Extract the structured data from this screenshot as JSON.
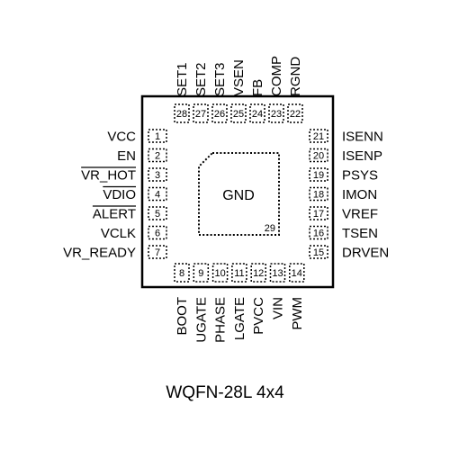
{
  "package_label": "WQFN-28L 4x4",
  "center_pad": {
    "label": "GND",
    "pin": "29"
  },
  "pins_left": [
    {
      "num": "1",
      "name": "VCC",
      "bar": false
    },
    {
      "num": "2",
      "name": "EN",
      "bar": false
    },
    {
      "num": "3",
      "name": "VR_HOT",
      "bar": true
    },
    {
      "num": "4",
      "name": "VDIO",
      "bar": true
    },
    {
      "num": "5",
      "name": "ALERT",
      "bar": true
    },
    {
      "num": "6",
      "name": "VCLK",
      "bar": false
    },
    {
      "num": "7",
      "name": "VR_READY",
      "bar": false
    }
  ],
  "pins_bottom": [
    {
      "num": "8",
      "name": "BOOT"
    },
    {
      "num": "9",
      "name": "UGATE"
    },
    {
      "num": "10",
      "name": "PHASE"
    },
    {
      "num": "11",
      "name": "LGATE"
    },
    {
      "num": "12",
      "name": "PVCC"
    },
    {
      "num": "13",
      "name": "VIN"
    },
    {
      "num": "14",
      "name": "PWM"
    }
  ],
  "pins_right": [
    {
      "num": "21",
      "name": "ISENN"
    },
    {
      "num": "20",
      "name": "ISENP"
    },
    {
      "num": "19",
      "name": "PSYS"
    },
    {
      "num": "18",
      "name": "IMON"
    },
    {
      "num": "17",
      "name": "VREF"
    },
    {
      "num": "16",
      "name": "TSEN"
    },
    {
      "num": "15",
      "name": "DRVEN"
    }
  ],
  "pins_top": [
    {
      "num": "28",
      "name": "SET1"
    },
    {
      "num": "27",
      "name": "SET2"
    },
    {
      "num": "26",
      "name": "SET3"
    },
    {
      "num": "25",
      "name": "VSEN"
    },
    {
      "num": "24",
      "name": "FB"
    },
    {
      "num": "23",
      "name": "COMP"
    },
    {
      "num": "22",
      "name": "RGND"
    }
  ]
}
